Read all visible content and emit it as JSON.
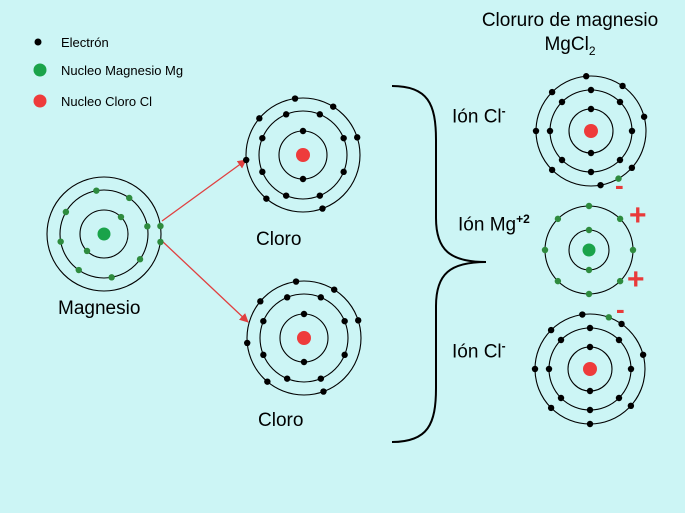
{
  "legend": {
    "electron": "Electrón",
    "mg_nucleus": "Nucleo Magnesio Mg",
    "cl_nucleus": "Nucleo Cloro Cl"
  },
  "title": {
    "line1": "Cloruro de magnesio",
    "formula_base": "MgCl",
    "formula_sub": "2"
  },
  "atoms": {
    "magnesio": "Magnesio",
    "cloro_top": "Cloro",
    "cloro_bottom": "Cloro"
  },
  "ions": {
    "cl_top": {
      "base": "Ión Cl",
      "charge": "-"
    },
    "mg": {
      "base": "Ión Mg",
      "charge": "+2"
    },
    "cl_bottom": {
      "base": "Ión Cl",
      "charge": "-"
    }
  },
  "charge_signs": {
    "cl_top_minus": "-",
    "mg_plus_top": "+",
    "mg_plus_bottom": "+",
    "cl_bottom_minus": "-"
  },
  "colors": {
    "background": "#ccf5f5",
    "mg_nucleus": "#1aa34a",
    "cl_nucleus": "#ee3b3b",
    "electron": "#000000",
    "mg_electron": "#2e8b3e",
    "arrow": "#e04040"
  }
}
